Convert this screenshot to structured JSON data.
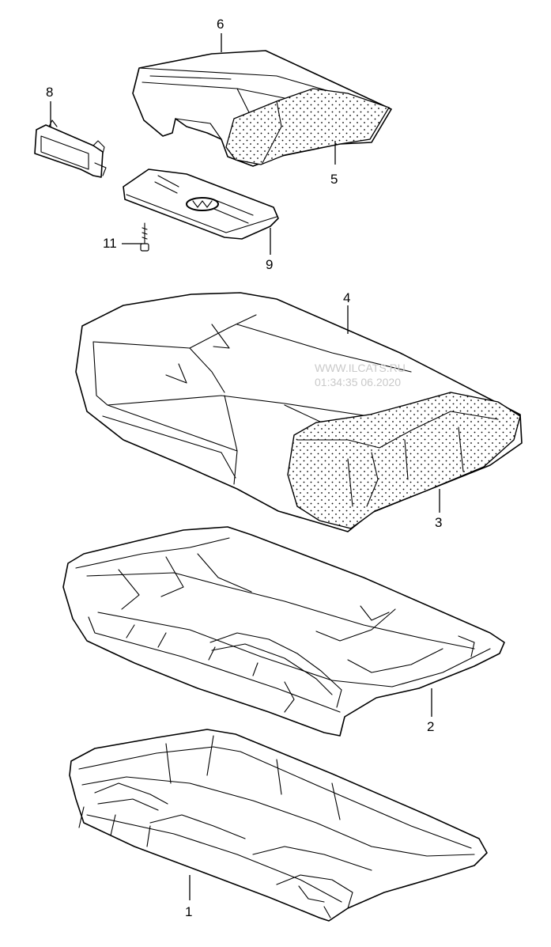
{
  "diagram": {
    "callouts": {
      "c1": "1",
      "c2": "2",
      "c3": "3",
      "c4": "4",
      "c5": "5",
      "c6": "6",
      "c8": "8",
      "c9": "9",
      "c11": "11"
    },
    "watermark": {
      "line1": "WWW.ILCATS.RU",
      "line2": "01:34:35 06.2020"
    }
  }
}
